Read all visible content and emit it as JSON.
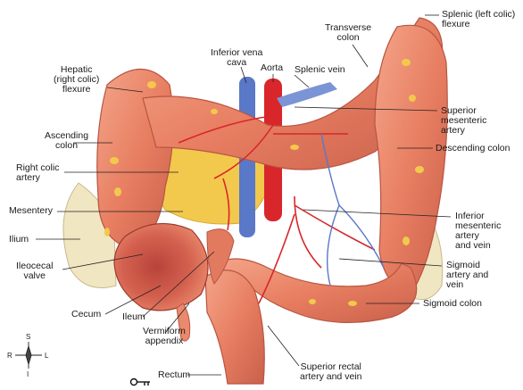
{
  "labels": {
    "splenic_flexure": "Splenic (left colic)\nflexure",
    "transverse_colon": "Transverse\ncolon",
    "inferior_vena_cava": "Inferior vena\ncava",
    "aorta": "Aorta",
    "splenic_vein": "Splenic vein",
    "hepatic_flexure": "Hepatic\n(right colic)\nflexure",
    "superior_mesenteric_artery": "Superior\nmesenteric\nartery",
    "ascending_colon": "Ascending\ncolon",
    "descending_colon": "Descending colon",
    "right_colic_artery": "Right colic\nartery",
    "mesentery": "Mesentery",
    "inferior_mesenteric_artery_vein": "Inferior\nmesenteric\nartery\nand vein",
    "ilium": "Ilium",
    "ileocecal_valve": "Ileocecal\nvalve",
    "sigmoid_artery_vein": "Sigmoid\nartery and\nvein",
    "sigmoid_colon": "Sigmoid colon",
    "cecum": "Cecum",
    "ileum": "Ileum",
    "vermiform_appendix": "Vermiform\nappendix",
    "rectum": "Rectum",
    "superior_rectal_artery_vein": "Superior rectal\nartery and vein"
  },
  "compass": {
    "s": "S",
    "r": "R",
    "l": "L",
    "i": "I"
  },
  "colors": {
    "colon": "#e87f62",
    "colon_dark": "#c85a45",
    "fat": "#f2c94c",
    "artery": "#d8262a",
    "vein": "#5a78c8",
    "bone": "#f1e6c2"
  }
}
